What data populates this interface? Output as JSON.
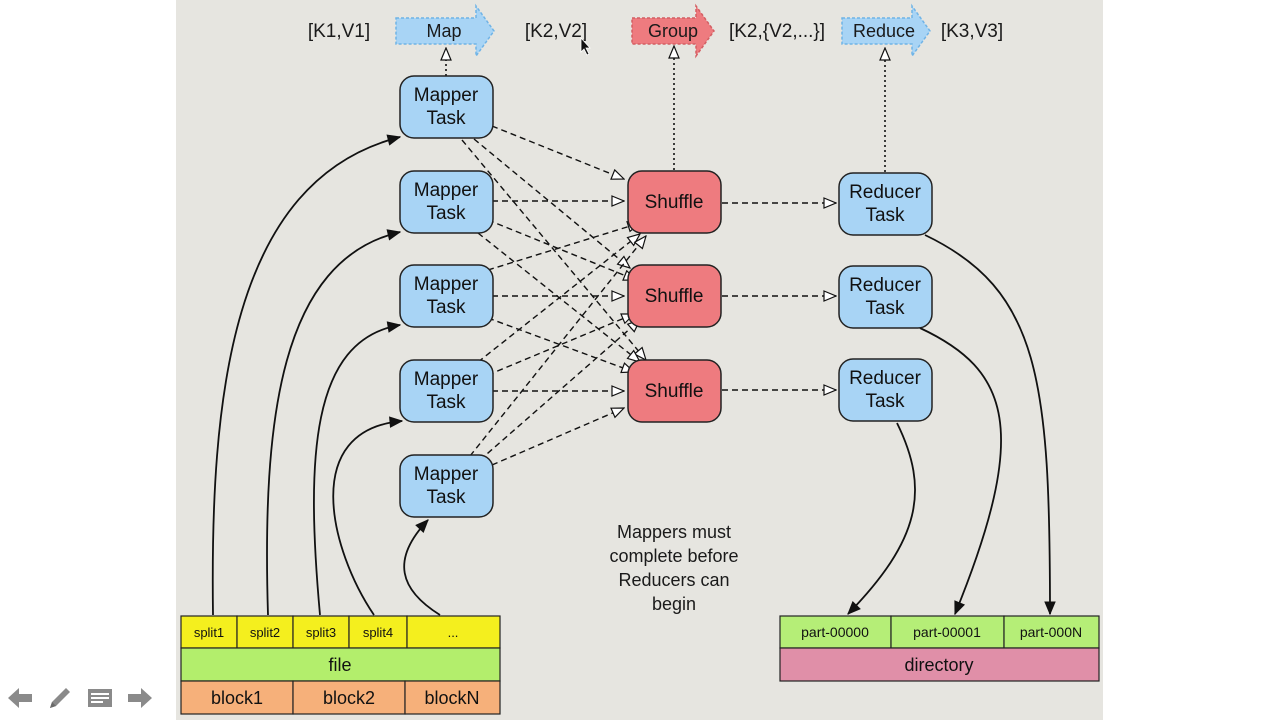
{
  "labels": {
    "kv1": "[K1,V1]",
    "kv2": "[K2,V2]",
    "kv_group": "[K2,{V2,...}]",
    "kv3": "[K3,V3]"
  },
  "arrows": {
    "map": "Map",
    "group": "Group",
    "reduce": "Reduce"
  },
  "mapper_tasks": [
    {
      "line1": "Mapper",
      "line2": "Task"
    },
    {
      "line1": "Mapper",
      "line2": "Task"
    },
    {
      "line1": "Mapper",
      "line2": "Task"
    },
    {
      "line1": "Mapper",
      "line2": "Task"
    },
    {
      "line1": "Mapper",
      "line2": "Task"
    }
  ],
  "shuffles": [
    "Shuffle",
    "Shuffle",
    "Shuffle"
  ],
  "reducer_tasks": [
    {
      "line1": "Reducer",
      "line2": "Task"
    },
    {
      "line1": "Reducer",
      "line2": "Task"
    },
    {
      "line1": "Reducer",
      "line2": "Task"
    }
  ],
  "note": [
    "Mappers must",
    "complete before",
    "Reducers can",
    "begin"
  ],
  "input": {
    "splits": [
      "split1",
      "split2",
      "split3",
      "split4",
      "..."
    ],
    "file": "file",
    "blocks": [
      "block1",
      "block2",
      "blockN"
    ]
  },
  "output": {
    "parts": [
      "part-00000",
      "part-00001",
      "part-000N"
    ],
    "directory": "directory"
  },
  "colors": {
    "slide_bg": "#e6e5e0",
    "mapper": "#a8d4f5",
    "shuffle": "#ee7b7f",
    "split": "#f4ef1e",
    "file": "#b3ee6c",
    "block": "#f6b07a",
    "part": "#b5ee77",
    "directory": "#e08fa8"
  },
  "nav": {
    "prev": "arrow-left-icon",
    "pen": "pen-icon",
    "notes": "notes-icon",
    "next": "arrow-right-icon"
  }
}
